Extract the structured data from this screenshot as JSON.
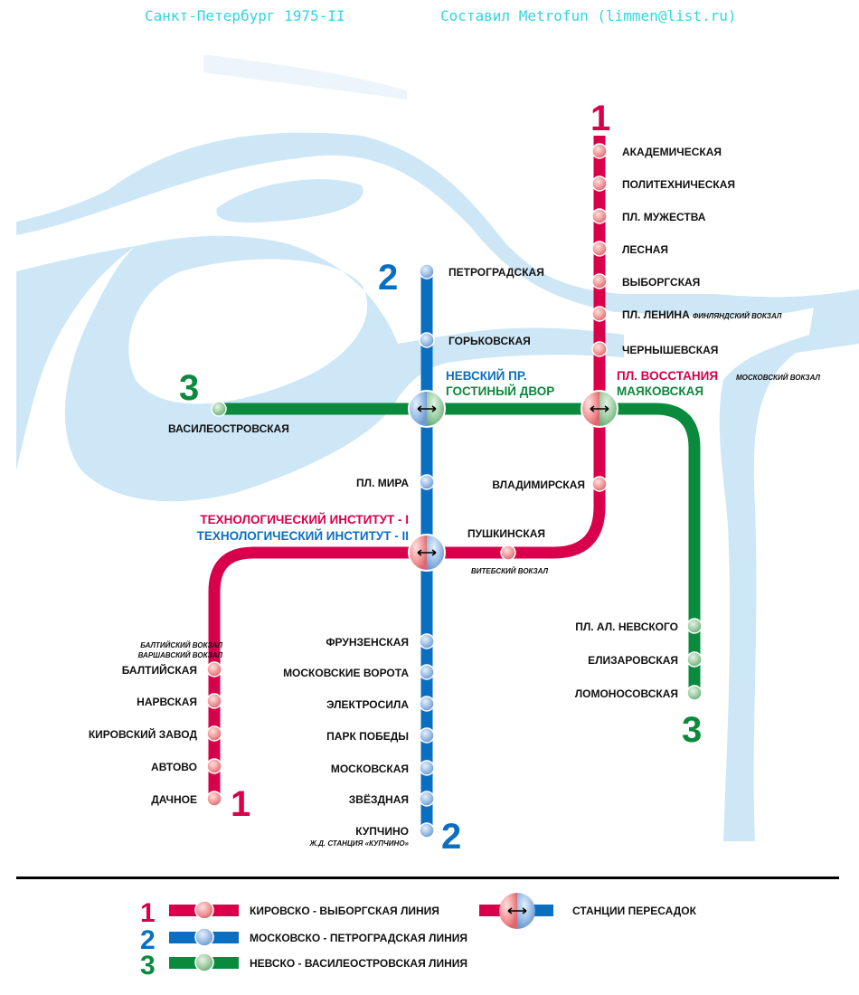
{
  "header": {
    "title": "Санкт-Петербург 1975-II",
    "author": "Составил Metrofun (limmen@list.ru)"
  },
  "colors": {
    "line1": "#d8004a",
    "line2": "#0b6fc1",
    "line3": "#0a8a3c",
    "water": "#cde7f6"
  },
  "lines": {
    "l1": {
      "number": "1",
      "name": "КИРОВСКО - ВЫБОРГСКАЯ ЛИНИЯ"
    },
    "l2": {
      "number": "2",
      "name": "МОСКОВСКО - ПЕТРОГРАДСКАЯ ЛИНИЯ"
    },
    "l3": {
      "number": "3",
      "name": "НЕВСКО - ВАСИЛЕОСТРОВСКАЯ ЛИНИЯ"
    }
  },
  "stations": {
    "akademicheskaya": "АКАДЕМИЧЕСКАЯ",
    "politekhnicheskaya": "ПОЛИТЕХНИЧЕСКАЯ",
    "pl_muzhestva": "ПЛ. МУЖЕСТВА",
    "lesnaya": "ЛЕСНАЯ",
    "vyborgskaya": "ВЫБОРГСКАЯ",
    "pl_lenina": "ПЛ. ЛЕНИНА",
    "pl_lenina_note": "ФИНЛЯНДСКИЙ ВОКЗАЛ",
    "chernyshevskaya": "ЧЕРНЫШЕВСКАЯ",
    "pl_vosstaniya": "ПЛ. ВОССТАНИЯ",
    "pl_vosstaniya_note": "МОСКОВСКИЙ ВОКЗАЛ",
    "mayakovskaya": "МАЯКОВСКАЯ",
    "vladimirskaya": "ВЛАДИМИРСКАЯ",
    "pushkinskaya": "ПУШКИНСКАЯ",
    "pushkinskaya_note": "ВИТЕБСКИЙ ВОКЗАЛ",
    "tekh1": "ТЕХНОЛОГИЧЕСКИЙ ИНСТИТУТ -  I",
    "tekh2": "ТЕХНОЛОГИЧЕСКИЙ ИНСТИТУТ - II",
    "baltiyskaya_note1": "БАЛТИЙСКИЙ ВОКЗАЛ",
    "baltiyskaya_note2": "ВАРШАВСКИЙ ВОКЗАЛ",
    "baltiyskaya": "БАЛТИЙСКАЯ",
    "narvskaya": "НАРВСКАЯ",
    "kirovsky_zavod": "КИРОВСКИЙ ЗАВОД",
    "avtovo": "АВТОВО",
    "dachnoe": "ДАЧНОЕ",
    "petrogradskaya": "ПЕТРОГРАДСКАЯ",
    "gorkovskaya": "ГОРЬКОВСКАЯ",
    "nevsky": "НЕВСКИЙ ПР.",
    "gostiny": "ГОСТИНЫЙ ДВОР",
    "pl_mira": "ПЛ. МИРА",
    "frunzenskaya": "ФРУНЗЕНСКАЯ",
    "moskovskie_vorota": "МОСКОВСКИЕ ВОРОТА",
    "elektrosila": "ЭЛЕКТРОСИЛА",
    "park_pobedy": "ПАРК ПОБЕДЫ",
    "moskovskaya": "МОСКОВСКАЯ",
    "zvezdnaya": "ЗВЁЗДНАЯ",
    "kupchino": "КУПЧИНО",
    "kupchino_note": "Ж.Д. СТАНЦИЯ «КУПЧИНО»",
    "vasileostrovskaya": "ВАСИЛЕОСТРОВСКАЯ",
    "pl_al_nevskogo": "ПЛ. АЛ. НЕВСКОГО",
    "elizarovskaya": "ЕЛИЗАРОВСКАЯ",
    "lomonosovskaya": "ЛОМОНОСОВСКАЯ"
  },
  "legend": {
    "transfer": "СТАНЦИИ ПЕРЕСАДОК"
  }
}
